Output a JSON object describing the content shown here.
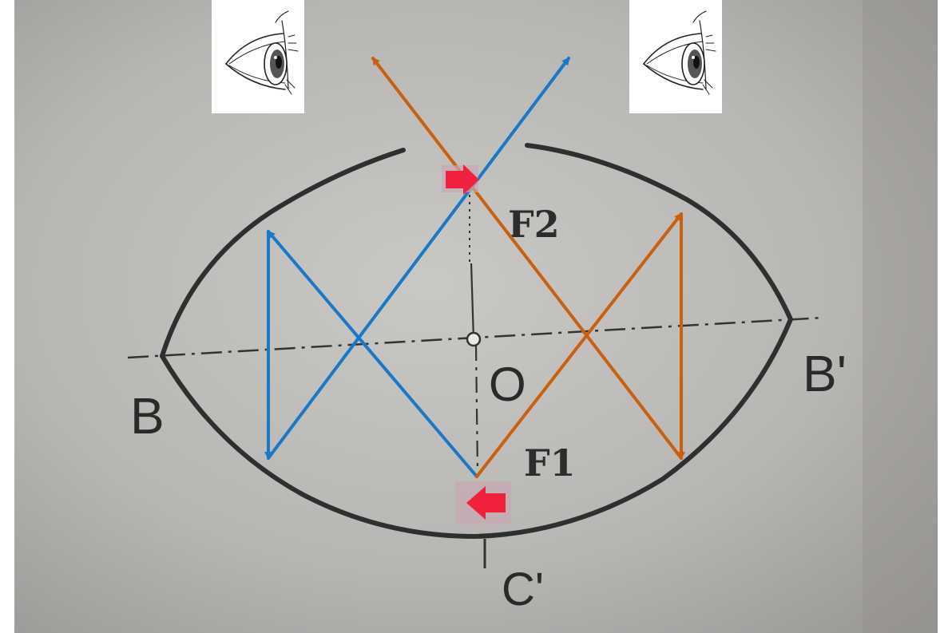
{
  "labels": {
    "b": "B",
    "b_prime": "B'",
    "o": "O",
    "c_prime": "C'",
    "f1": "F1",
    "f2": "F2"
  },
  "colors": {
    "paper": "#b4b3b0",
    "ellipse_stroke": "#2f2f2f",
    "axis_stroke": "#333333",
    "blue_ray": "#1a78c8",
    "orange_ray": "#c9600e",
    "marker_red": "#f0213a",
    "marker_bg": "#c8a7b0"
  },
  "icons": {
    "left_eye": "eye-icon",
    "right_eye": "eye-icon",
    "f1_marker": "left-arrow-icon",
    "f2_marker": "right-arrow-icon"
  }
}
